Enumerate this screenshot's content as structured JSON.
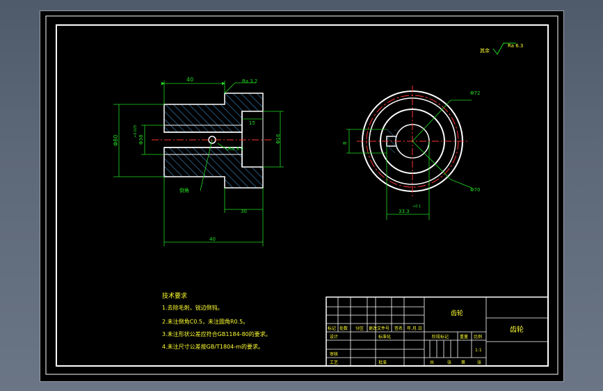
{
  "drawing": {
    "title": "齿轮",
    "part_name": "齿轮",
    "scale": "1:1",
    "roughness_default": "Ra 6.3",
    "roughness_default_prefix": "其余",
    "roughness_marks": [
      "Ra 3.2",
      "Ra 3.2"
    ]
  },
  "dimensions": {
    "top_width": "40",
    "left_height": "Φ80",
    "inner_height": "Φ38",
    "bore_diameter": "Φ16",
    "step": "15",
    "hub_length": "30",
    "overall_length": "40",
    "chamfer": "倒角",
    "tol_label": "+0.025",
    "outer_circle": "Φ72",
    "inner_circle": "Φ70",
    "key_height": "33.3",
    "key_tol": "+0.1",
    "key_width": "8"
  },
  "notes": {
    "heading": "技术要求",
    "items": [
      "1.去除毛刺，锐边倒钝。",
      "2.未注倒角C0.5，未注圆角R0.5。",
      "3.未注形状公差应符合GB1184-80的要求。",
      "4.未注尺寸公差按GB/T1804-m的要求。"
    ]
  },
  "title_block": {
    "row_labels": [
      "标记",
      "处数",
      "分区",
      "更改文件号",
      "签名",
      "年.月.日"
    ],
    "design": "设计",
    "standardize": "标准化",
    "review": "审核",
    "process": "工艺",
    "approve": "批准",
    "stage_mark": "阶段标记",
    "weight": "重量",
    "ratio": "比例",
    "sheet_total": "共",
    "sheet": "张",
    "sheet_no": "第",
    "sheet2": "张"
  }
}
